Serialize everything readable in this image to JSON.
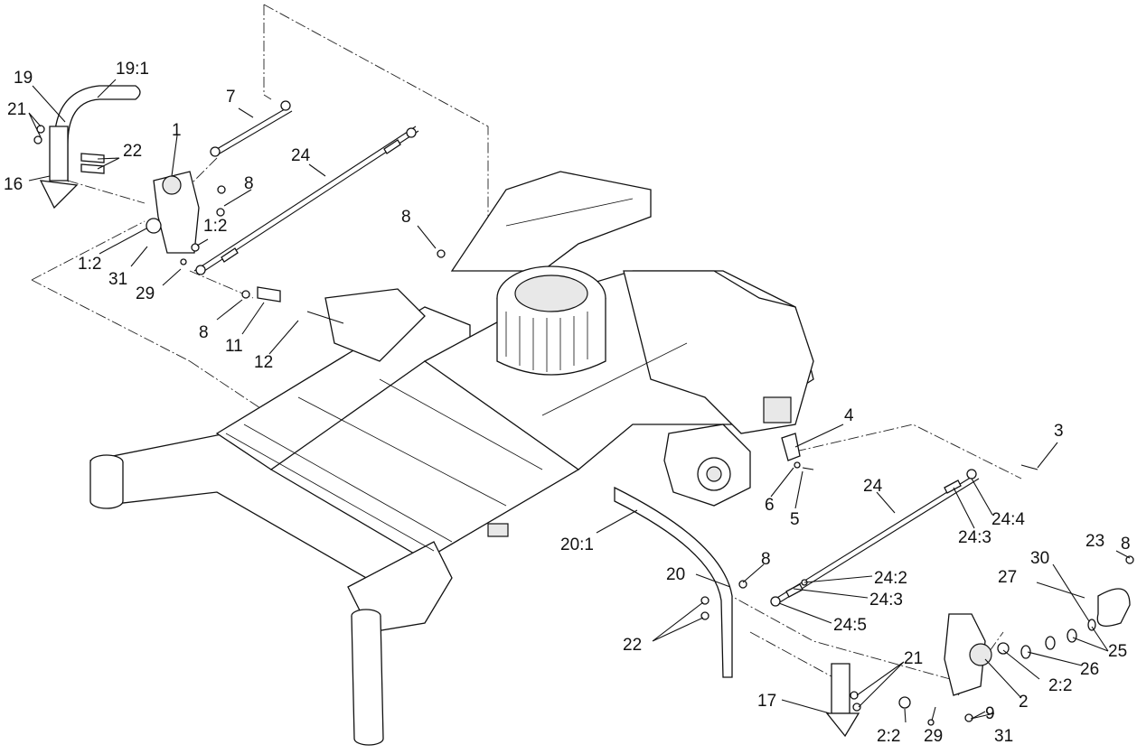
{
  "diagram": {
    "labels": {
      "l19": "19",
      "l19_1": "19:1",
      "l21a": "21",
      "l22a": "22",
      "l16": "16",
      "l1": "1",
      "l7": "7",
      "l24a": "24",
      "l8a": "8",
      "l8b": "8",
      "l1_2a": "1:2",
      "l1_2b": "1:2",
      "l31a": "31",
      "l29a": "29",
      "l8c": "8",
      "l11": "11",
      "l12": "12",
      "l4": "4",
      "l3": "3",
      "l6": "6",
      "l5": "5",
      "l24b": "24",
      "l24_4": "24:4",
      "l24_3a": "24:3",
      "l20_1": "20:1",
      "l20": "20",
      "l8d": "8",
      "l24_2": "24:2",
      "l24_3b": "24:3",
      "l24_5": "24:5",
      "l22b": "22",
      "l21b": "21",
      "l23": "23",
      "l8e": "8",
      "l30": "30",
      "l27": "27",
      "l25": "25",
      "l26": "26",
      "l2_2a": "2:2",
      "l2": "2",
      "l9": "9",
      "l17": "17",
      "l2_2b": "2:2",
      "l29b": "29",
      "l31b": "31"
    }
  }
}
